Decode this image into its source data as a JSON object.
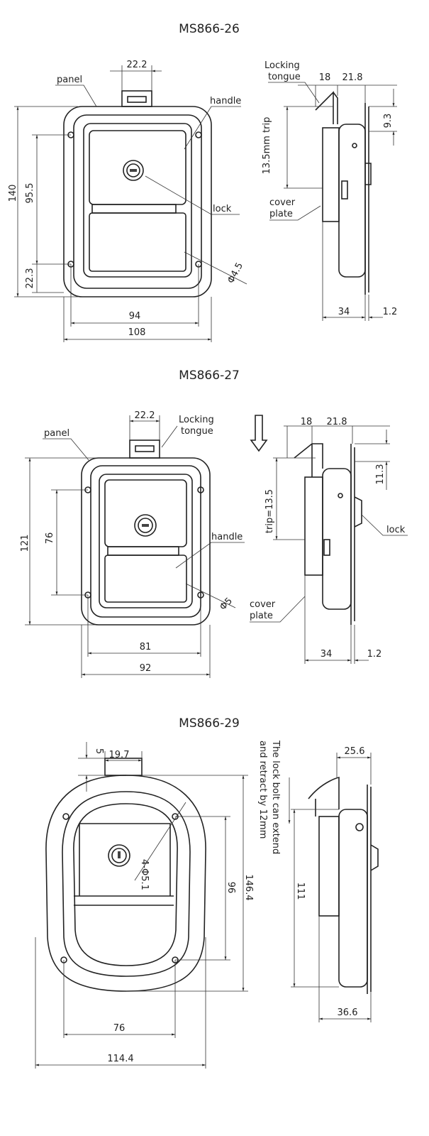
{
  "drawings": [
    {
      "title": "MS866-26",
      "front": {
        "labels": {
          "panel": "panel",
          "handle": "handle",
          "lock": "lock",
          "hole": "Φ4.5"
        },
        "dims": {
          "tongue_width": "22.2",
          "height": "140",
          "hole_spacing_v": "95.5",
          "hole_offset": "22.3",
          "hole_spacing_h": "94",
          "width": "108"
        }
      },
      "side": {
        "labels": {
          "tongue_line1": "Locking",
          "tongue_line2": "tongue",
          "trip": "13.5mm trip",
          "cover_line1": "cover",
          "cover_line2": "plate"
        },
        "dims": {
          "a": "18",
          "b": "21.8",
          "c": "9.3",
          "depth": "34",
          "plate": "1.2"
        }
      }
    },
    {
      "title": "MS866-27",
      "front": {
        "labels": {
          "panel": "panel",
          "tongue_line1": "Locking",
          "tongue_line2": "tongue",
          "handle": "handle",
          "hole": "Φ5"
        },
        "dims": {
          "tongue_width": "22.2",
          "height": "121",
          "hole_spacing_v": "76",
          "hole_spacing_h": "81",
          "width": "92"
        }
      },
      "side": {
        "labels": {
          "trip": "trip=13.5",
          "lock": "lock",
          "cover_line1": "cover",
          "cover_line2": "plate"
        },
        "dims": {
          "a": "18",
          "b": "21.8",
          "c": "11.3",
          "depth": "34",
          "plate": "1.2"
        }
      }
    },
    {
      "title": "MS866-29",
      "front": {
        "labels": {
          "hole": "4-Φ5.1"
        },
        "dims": {
          "offset": "5",
          "tongue_width": "19.7",
          "hole_spacing_v": "96",
          "height": "146.4",
          "hole_spacing_h": "76",
          "width": "114.4"
        }
      },
      "side": {
        "labels": {
          "note_line1": "The lock bolt can extend",
          "note_line2": "and retract by 12mm"
        },
        "dims": {
          "height": "111",
          "top": "25.6",
          "depth": "36.6"
        }
      }
    }
  ]
}
